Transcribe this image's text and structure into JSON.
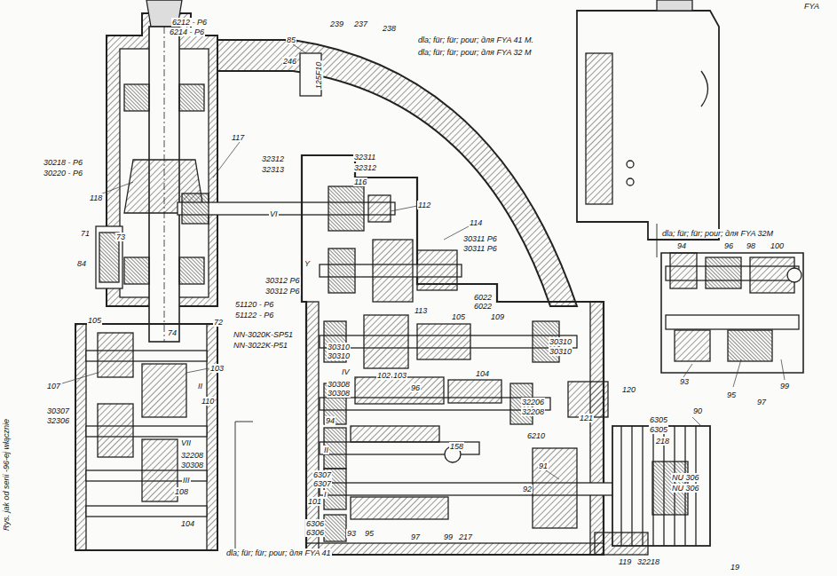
{
  "diagram": {
    "labels": [
      "FYA",
      "6212 - P6",
      "6214 - P6",
      "85",
      "239",
      "237",
      "238",
      "246",
      "125F10",
      "dla; für; für; pour; для FYA 41 M.",
      "dla; für; für; pour; для FYA 32 M",
      "117",
      "30218 - P6",
      "30220 - P6",
      "32312",
      "32313",
      "32311",
      "32312",
      "116",
      "112",
      "VI",
      "118",
      "71",
      "73",
      "84",
      "114",
      "30311 P6",
      "30311 P6",
      "Y",
      "30312 P6",
      "30312 P6",
      "113",
      "6022",
      "6022",
      "105",
      "109",
      "51120 - P6",
      "51122 - P6",
      "NN-3020K-SP51",
      "NN-3022K-P51",
      "72",
      "105",
      "74",
      "103",
      "107",
      "II",
      "110",
      "30307",
      "32306",
      "VII",
      "III",
      "32208",
      "30308",
      "108",
      "104",
      "IV",
      "30310",
      "30310",
      "30310",
      "30310",
      "102",
      "103",
      "96",
      "104",
      "30308",
      "30308",
      "32206",
      "32208",
      "94",
      "120",
      "121",
      "6305",
      "6305",
      "218",
      "6210",
      "91",
      "92",
      "90",
      "158",
      "II",
      "6307",
      "6307",
      "101",
      "I",
      "6306",
      "6306",
      "93",
      "95",
      "97",
      "99",
      "217",
      "NU 306",
      "NU 306",
      "119",
      "32218",
      "19",
      "dla; für; für; pour; для FYA 41",
      "dla; für; für; pour; для FYA 32M",
      "94",
      "96",
      "98",
      "100",
      "93",
      "95",
      "99",
      "97",
      "Rys. jak od serii -96-ej włącznie"
    ]
  }
}
